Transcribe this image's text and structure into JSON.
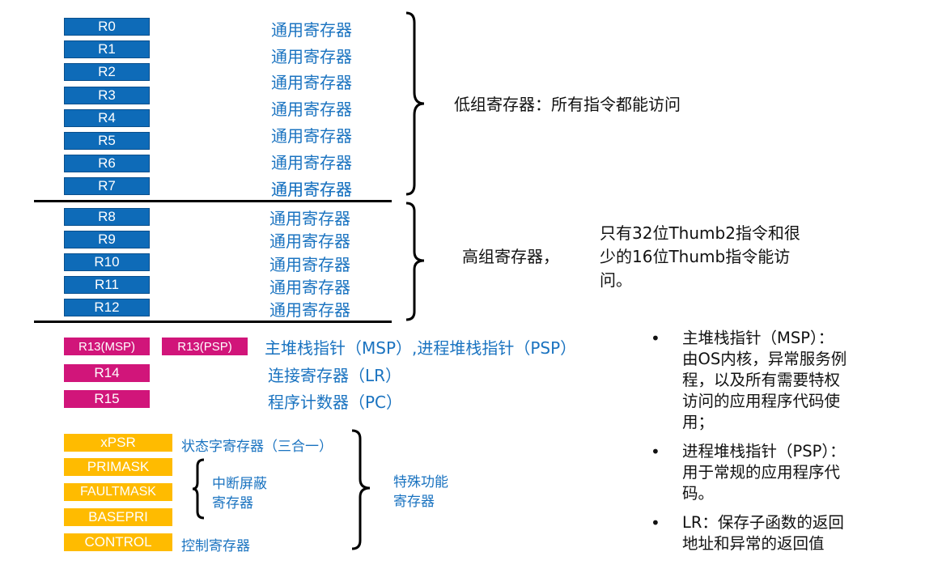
{
  "low_group": {
    "registers": [
      {
        "name": "R0",
        "desc": "通用寄存器"
      },
      {
        "name": "R1",
        "desc": "通用寄存器"
      },
      {
        "name": "R2",
        "desc": "通用寄存器"
      },
      {
        "name": "R3",
        "desc": "通用寄存器"
      },
      {
        "name": "R4",
        "desc": "通用寄存器"
      },
      {
        "name": "R5",
        "desc": "通用寄存器"
      },
      {
        "name": "R6",
        "desc": "通用寄存器"
      },
      {
        "name": "R7",
        "desc": "通用寄存器"
      }
    ],
    "label": "低组寄存器：所有指令都能访问"
  },
  "high_group": {
    "registers": [
      {
        "name": "R8",
        "desc": "通用寄存器"
      },
      {
        "name": "R9",
        "desc": "通用寄存器"
      },
      {
        "name": "R10",
        "desc": "通用寄存器"
      },
      {
        "name": "R11",
        "desc": "通用寄存器"
      },
      {
        "name": "R12",
        "desc": "通用寄存器"
      }
    ],
    "label": "高组寄存器，",
    "note_lines": [
      "只有32位Thumb2指令和很",
      "少的16位Thumb指令能访",
      "问。"
    ]
  },
  "stack_regs": {
    "msp": "R13(MSP)",
    "psp": "R13(PSP)",
    "sp_desc": "主堆栈指针（MSP）,进程堆栈指针（PSP）",
    "r14": "R14",
    "r14_desc": "连接寄存器（LR）",
    "r15": "R15",
    "r15_desc": "程序计数器（PC）"
  },
  "special": {
    "xpsr": "xPSR",
    "xpsr_desc": "状态字寄存器（三合一）",
    "primask": "PRIMASK",
    "faultmask": "FAULTMASK",
    "basepri": "BASEPRI",
    "mask_label_1": "中断屏蔽",
    "mask_label_2": "寄存器",
    "control": "CONTROL",
    "control_desc": "控制寄存器",
    "group_label_1": "特殊功能",
    "group_label_2": "寄存器"
  },
  "bullets": [
    {
      "marker": "•",
      "lines": [
        "主堆栈指针（MSP）：",
        "由OS内核，异常服务例",
        "程，以及所有需要特权",
        "访问的应用程序代码使",
        "用；"
      ]
    },
    {
      "marker": "•",
      "lines": [
        "进程堆栈指针（PSP）：",
        "用于常规的应用程序代",
        "码。"
      ]
    },
    {
      "marker": "•",
      "lines": [
        "LR：保存子函数的返回",
        "地址和异常的返回值"
      ]
    }
  ],
  "colors": {
    "low_high_reg": "#0E6BB8",
    "stack_reg": "#D1157A",
    "special_reg": "#FFBB00",
    "desc_text": "#1A73C0"
  }
}
